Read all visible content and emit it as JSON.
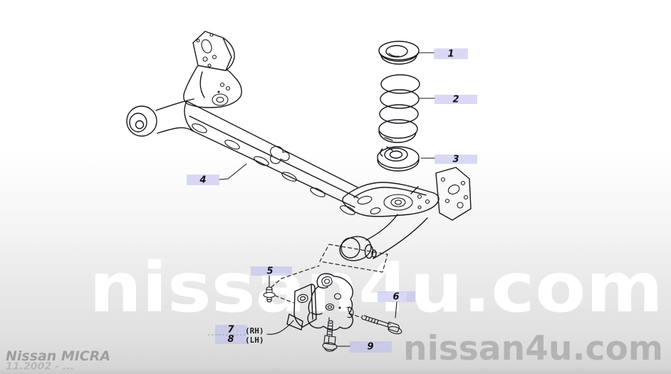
{
  "diagram": {
    "callouts": [
      {
        "label": "1"
      },
      {
        "label": "2"
      },
      {
        "label": "3"
      },
      {
        "label": "4"
      },
      {
        "label": "5"
      },
      {
        "label": "6"
      },
      {
        "label": "7"
      },
      {
        "label": "8"
      },
      {
        "label": "9"
      }
    ],
    "side_labels": {
      "rh": "(RH)",
      "lh": "(LH)"
    }
  },
  "watermarks": {
    "center": "nissan4u.com",
    "bottom_right": "nissan4u.com"
  },
  "footer": {
    "model": "Nissan MICRA",
    "production_range": "11.2002 - ..."
  },
  "colors": {
    "callout_fill": "#b9baee",
    "line": "#17171e",
    "watermark_center": "#ffffff",
    "watermark_corner": "#b3b3b3",
    "footer_model": "#9e9e9e",
    "footer_range": "#b6b6b6"
  }
}
